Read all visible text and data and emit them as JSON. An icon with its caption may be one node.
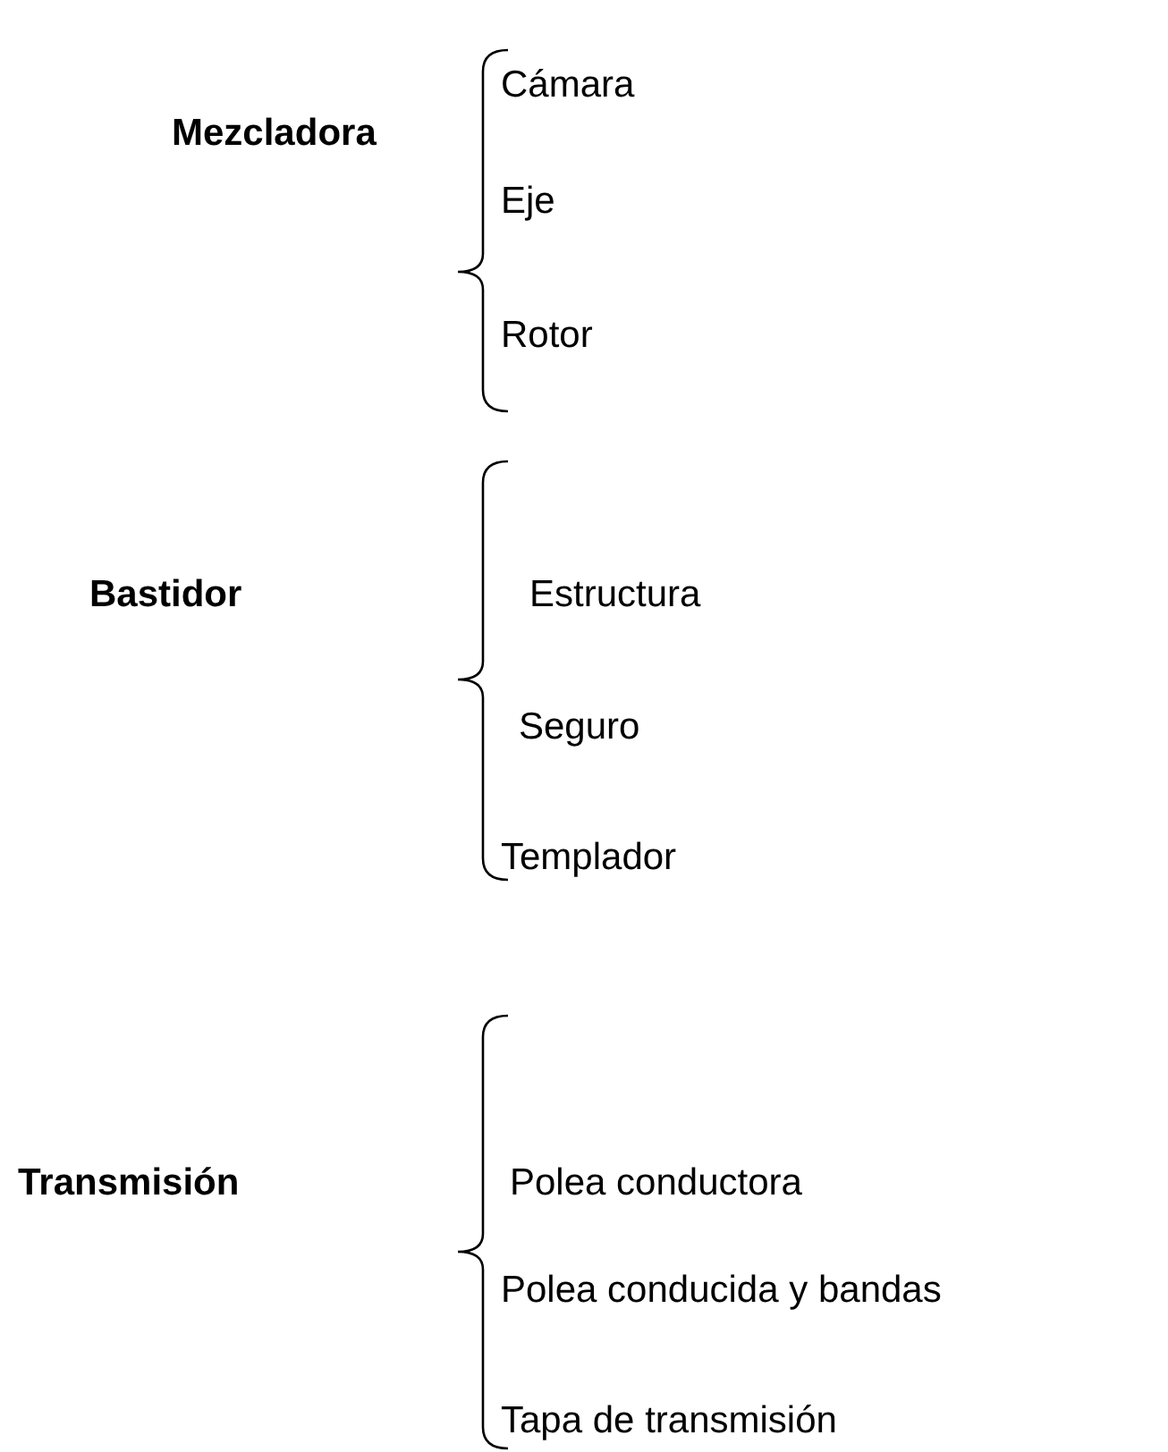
{
  "diagram": {
    "labels": [
      "Mezcladora",
      "Cámara",
      "Eje",
      "Rotor",
      "Bastidor",
      "Estructura",
      "Seguro",
      "Templador",
      "Transmisión",
      "Polea conductora",
      "Polea conducida y bandas",
      "Tapa de transmisión"
    ]
  }
}
